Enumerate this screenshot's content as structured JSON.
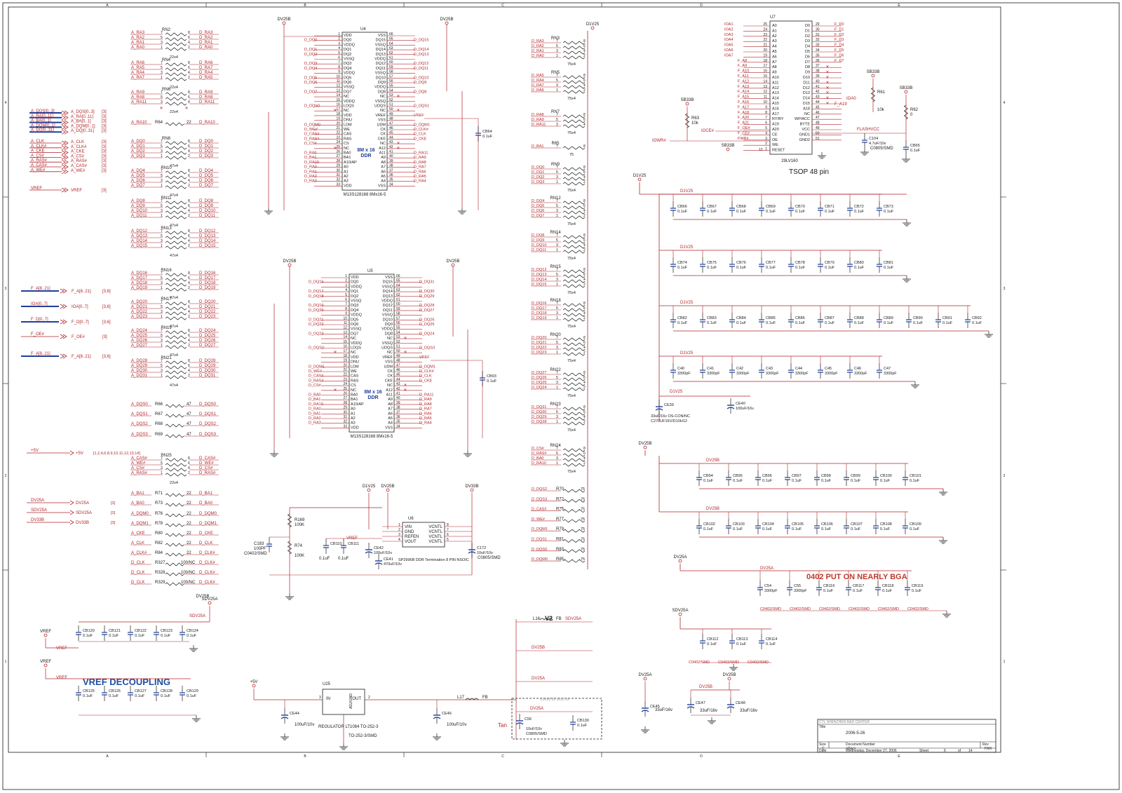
{
  "border": {
    "cols": [
      "A",
      "B",
      "C",
      "D",
      "E"
    ],
    "rows": [
      "4",
      "3",
      "2",
      "1"
    ]
  },
  "chips": {
    "u4": {
      "ref": "U4",
      "part": "M13S128168 8Mx16-5",
      "core": "8M x 16\nDDR",
      "rail_left": "DV25B",
      "rail_right": "DV25B",
      "pins_left": [
        "VDD",
        "DQ0",
        "VDDQ",
        "DQ1",
        "DQ2",
        "VSSQ",
        "DQ3",
        "DQ4",
        "VDDQ",
        "DQ5",
        "DQ6",
        "VSSQ",
        "DQ7",
        "NC",
        "VDDQ",
        "LDQS",
        "NC",
        "VDD",
        "DNU",
        "LDM",
        "WE",
        "CAS",
        "RAS",
        "CS",
        "NC",
        "BA0",
        "BA1",
        "A10/AP",
        "A0",
        "A1",
        "A2",
        "A3",
        "VDD"
      ],
      "pins_right": [
        "VSS",
        "DQ15",
        "VSSQ",
        "DQ14",
        "DQ13",
        "VDDQ",
        "DQ12",
        "DQ11",
        "VSSQ",
        "DQ10",
        "DQ9",
        "VDDQ",
        "DQ8",
        "NC",
        "VSSQ",
        "UDQS",
        "NC",
        "VREF",
        "VSS",
        "UDM",
        "CK",
        "CK",
        "CKE",
        "NC",
        "A12",
        "A11",
        "A9",
        "A8",
        "A7",
        "A6",
        "A5",
        "A4",
        "VSS"
      ]
    },
    "u5": {
      "ref": "U5",
      "part": "M13S128168 8Mx16-5",
      "core": "8M x 16\nDDR",
      "rail_left": "DV25B",
      "rail_right": "DV25B",
      "pins_left": [
        "VDD",
        "DQ0",
        "VDDQ",
        "DQ1",
        "DQ2",
        "VSSQ",
        "DQ3",
        "DQ4",
        "VDDQ",
        "DQ5",
        "DQ6",
        "VSSQ",
        "DQ7",
        "NC",
        "VDDQ",
        "LDQS",
        "NC",
        "VDD",
        "DNU",
        "LDM",
        "WE",
        "CAS",
        "RAS",
        "CS",
        "NC",
        "BA0",
        "BA1",
        "A10/AP",
        "A0",
        "A1",
        "A2",
        "A3",
        "VDD"
      ],
      "pins_right": [
        "VSS",
        "DQ15",
        "VSSQ",
        "DQ14",
        "DQ13",
        "VDDQ",
        "DQ12",
        "DQ11",
        "VSSQ",
        "DQ10",
        "DQ9",
        "VDDQ",
        "DQ8",
        "NC",
        "VSSQ",
        "UDQS",
        "NC",
        "VREF",
        "VSS",
        "UDM",
        "CK",
        "CK",
        "CKE",
        "NC",
        "A12",
        "A11",
        "A9",
        "A8",
        "A7",
        "A6",
        "A5",
        "A4",
        "VSS"
      ]
    },
    "u7": {
      "ref": "U7",
      "part": "29LV160",
      "package": "TSOP 48 pin",
      "pins_left": [
        "A0",
        "A1",
        "A2",
        "A3",
        "A4",
        "A5",
        "A6",
        "A7",
        "A8",
        "A9",
        "A10",
        "A11",
        "A12",
        "A13",
        "A14",
        "A15",
        "A16",
        "A17",
        "RY/BY",
        "A19",
        "A20",
        "CE",
        "OE",
        "WE",
        "RESET"
      ],
      "pins_right": [
        "D0",
        "D1",
        "D2",
        "D3",
        "D4",
        "D5",
        "D6",
        "D7",
        "D8",
        "D9",
        "D10",
        "D11",
        "D12",
        "D13",
        "D14",
        "D15",
        "A18",
        "NC",
        "WP/ACC",
        "BYTE",
        "VCC",
        "GND1",
        "GND2"
      ],
      "nets_left": [
        "IOA1",
        "IOA2",
        "IOA3",
        "IOA4",
        "IOA5",
        "IOA6",
        "IOA7",
        "F_A8",
        "F_A9",
        "F_A10",
        "F_A11",
        "F_A12",
        "F_A13",
        "F_A14",
        "F_A15",
        "F_A16",
        "F_A17",
        "F_A18",
        "F_A20",
        "F_A21",
        "F_OE#",
        "F_CE#",
        "FWR#"
      ],
      "nets_right": [
        "F_D0",
        "F_D1",
        "F_D2",
        "F_D3",
        "F_D4",
        "F_D5",
        "F_D6",
        "F_D7"
      ]
    },
    "u6": {
      "ref": "U6",
      "part": "SP2996B DDR Termination 8 PIN NSOIC",
      "pins_left": [
        "VIN",
        "GND",
        "REFEN",
        "VOUT"
      ],
      "pins_right": [
        "VCNTL",
        "VCNTL",
        "VCNTL",
        "VCNTL"
      ]
    },
    "u25": {
      "ref": "U25",
      "part": "REGULATOR LT1084 TO-252-3",
      "pkg": "TO-252-3/SMD",
      "in": "IN",
      "out": "OUT",
      "adj": "ADJ/GND"
    }
  },
  "left_netlabels": [
    {
      "a": "A_DQS[0..3]",
      "b": "A_DQS[0..3]",
      "c": "[3]"
    },
    {
      "a": "A_RA[0..11]",
      "b": "A_RA[0..11]",
      "c": "[3]"
    },
    {
      "a": "A_BA[0..1]",
      "b": "A_BA[0..1]",
      "c": "[3]"
    },
    {
      "a": "A_DQM[0..1]",
      "b": "A_DQM[0..1]",
      "c": "[3]"
    },
    {
      "a": "A_DQ[0..31]",
      "b": "A_DQ[0..31]",
      "c": "[3]"
    },
    {
      "a": "A_CLK",
      "b": "A_CLK",
      "c": "[3]"
    },
    {
      "a": "A_CLK#",
      "b": "A_CLK#",
      "c": "[3]"
    },
    {
      "a": "A_CKE",
      "b": "A_CKE",
      "c": "[3]"
    },
    {
      "a": "A_CS#",
      "b": "A_CS#",
      "c": "[3]"
    },
    {
      "a": "A_RAS#",
      "b": "A_RAS#",
      "c": "[3]"
    },
    {
      "a": "A_CAS#",
      "b": "A_CAS#",
      "c": "[3]"
    },
    {
      "a": "A_WE#",
      "b": "A_WE#",
      "c": "[3]"
    }
  ],
  "vref_label": {
    "a": "VREF",
    "b": "VREF",
    "c": "[3]"
  },
  "bus_labels": [
    {
      "a": "F_A[8..21]",
      "b": "F_A[8..21]",
      "c": "[3,6]"
    },
    {
      "a": "IOA[0..7]",
      "b": "IOA[0..7]",
      "c": "[3,6]"
    },
    {
      "a": "F_D[0..7]",
      "b": "F_D[0..7]",
      "c": "[3,6]"
    },
    {
      "a": "F_OE#",
      "b": "F_OE#",
      "c": "[3]"
    },
    {
      "a": "F_A[8..21]",
      "b": "F_A[8..21]",
      "c": "[3,6]"
    }
  ],
  "power_labels": [
    {
      "a": "+5V",
      "b": "+5V",
      "c": "[1,2,4,6,8,9,10,11,12,13,14]"
    },
    {
      "a": "DV25A",
      "b": "DV25A",
      "c": "[3]"
    },
    {
      "a": "SDV25A",
      "b": "SDV25A",
      "c": "[3]"
    },
    {
      "a": "DV33B",
      "b": "DV33B",
      "c": "[3]"
    }
  ],
  "rnet_left": [
    {
      "ref": "RN2",
      "val": "22x4",
      "a": [
        "A_RA3",
        "A_RA2",
        "A_RA1",
        "A_RA0"
      ],
      "b": [
        "D_RA3",
        "D_RA2",
        "D_RA1",
        "D_RA0"
      ]
    },
    {
      "ref": "RN4",
      "val": "22x4",
      "a": [
        "A_RA6",
        "A_RA5",
        "A_RA4",
        "A_RA7"
      ],
      "b": [
        "D_RA6",
        "D_RA7",
        "D_RA4",
        "D_RA5"
      ]
    },
    {
      "ref": "RN6",
      "val": "22x4",
      "a": [
        "A_RA9",
        "A_RA8",
        "A_RA11"
      ],
      "b": [
        "D_RA9",
        "D_RA8",
        "D_RA11"
      ]
    },
    {
      "ref": "RN8",
      "val": "47x4",
      "a": [
        "A_DQ0",
        "A_DQ1",
        "A_DQ2",
        "A_DQ3"
      ],
      "b": [
        "D_DQ0",
        "D_DQ1",
        "D_DQ2",
        "D_DQ3"
      ]
    },
    {
      "ref": "RN10",
      "val": "47x4",
      "a": [
        "A_DQ4",
        "A_DQ5",
        "A_DQ6",
        "A_DQ7"
      ],
      "b": [
        "D_DQ4",
        "D_DQ5",
        "D_DQ6",
        "D_DQ7"
      ]
    },
    {
      "ref": "RN11",
      "val": "47x4",
      "a": [
        "A_DQ8",
        "A_DQ9",
        "A_DQ10",
        "A_DQ11"
      ],
      "b": [
        "D_DQ8",
        "D_DQ9",
        "D_DQ10",
        "D_DQ11"
      ]
    },
    {
      "ref": "RN13",
      "val": "47x4",
      "a": [
        "A_DQ12",
        "A_DQ13",
        "A_DQ14",
        "A_DQ15"
      ],
      "b": [
        "D_DQ12",
        "D_DQ13",
        "D_DQ14",
        "D_DQ15"
      ]
    },
    {
      "ref": "RN16",
      "val": "47x4",
      "a": [
        "A_DQ16",
        "A_DQ17",
        "A_DQ18",
        "A_DQ19"
      ],
      "b": [
        "D_DQ16",
        "D_DQ17",
        "D_DQ18",
        "D_DQ19"
      ]
    },
    {
      "ref": "RN17",
      "val": "47x4",
      "a": [
        "A_DQ20",
        "A_DQ21",
        "A_DQ22",
        "A_DQ23"
      ],
      "b": [
        "D_DQ20",
        "D_DQ21",
        "D_DQ22",
        "D_DQ23"
      ]
    },
    {
      "ref": "RN19",
      "val": "47x4",
      "a": [
        "A_DQ24",
        "A_DQ25",
        "A_DQ26",
        "A_DQ27"
      ],
      "b": [
        "D_DQ24",
        "D_DQ25",
        "D_DQ26",
        "D_DQ27"
      ]
    },
    {
      "ref": "RN21",
      "val": "47x4",
      "a": [
        "A_DQ28",
        "A_DQ29",
        "A_DQ30",
        "A_DQ31"
      ],
      "b": [
        "D_DQ28",
        "D_DQ29",
        "D_DQ30",
        "D_DQ31"
      ]
    },
    {
      "ref": "RN25",
      "val": "22x4",
      "a": [
        "A_CAS#",
        "A_WE#",
        "A_CS#",
        "A_RAS#"
      ],
      "b": [
        "D_CAS#",
        "D_WE#",
        "D_CS#",
        "D_RAS#"
      ]
    }
  ],
  "rsingle_left": [
    {
      "ref": "R66",
      "val": "47",
      "a": "A_DQS0",
      "b": "D_DQS0"
    },
    {
      "ref": "R67",
      "val": "47",
      "a": "A_DQS1",
      "b": "D_DQS1"
    },
    {
      "ref": "R68",
      "val": "47",
      "a": "A_DQS2",
      "b": "D_DQS2"
    },
    {
      "ref": "R69",
      "val": "47",
      "a": "A_DQS3",
      "b": "D_DQS3"
    },
    {
      "ref": "R64",
      "val": "22",
      "a": "A_RA10",
      "b": "D_RA10"
    },
    {
      "ref": "R71",
      "val": "22",
      "a": "A_BA1",
      "b": "D_BA1"
    },
    {
      "ref": "R73",
      "val": "22",
      "a": "A_BA0",
      "b": "D_BA0"
    },
    {
      "ref": "R76",
      "val": "22",
      "a": "A_DQM0",
      "b": "D_DQM0"
    },
    {
      "ref": "R78",
      "val": "22",
      "a": "A_DQM1",
      "b": "D_DQM1"
    },
    {
      "ref": "R80",
      "val": "22",
      "a": "A_CKE",
      "b": "D_CKE"
    },
    {
      "ref": "R82",
      "val": "22",
      "a": "A_CLK",
      "b": "D_CLK"
    },
    {
      "ref": "R84",
      "val": "22",
      "a": "A_CLK#",
      "b": "D_CLK#"
    },
    {
      "ref": "R327",
      "val": "100/NC",
      "a": "D_CLK",
      "b": "D_CLK#"
    },
    {
      "ref": "R328",
      "val": "100/NC",
      "a": "D_CLK",
      "b": "D_CLK#"
    },
    {
      "ref": "R329",
      "val": "100/NC",
      "a": "D_CLK",
      "b": "D_CLK#"
    }
  ],
  "rnet_mid": [
    {
      "ref": "RN3",
      "val": "75x4",
      "nets": [
        "D_RA3",
        "D_RA2",
        "D_RA1",
        "D_RA0"
      ]
    },
    {
      "ref": "RN5",
      "val": "75x4",
      "nets": [
        "D_RA5",
        "D_RA4",
        "D_RA7",
        "D_RA6"
      ]
    },
    {
      "ref": "RN7",
      "val": "75x4",
      "nets": [
        "D_RA8",
        "D_RA9",
        "D_RA11"
      ]
    },
    {
      "ref": "R65",
      "val": "75",
      "nets": [
        "D_BA1"
      ]
    },
    {
      "ref": "RN9",
      "val": "75x4",
      "nets": [
        "D_DQ0",
        "D_DQ1",
        "D_DQ2",
        "D_DQ3"
      ]
    },
    {
      "ref": "RN12",
      "val": "75x4",
      "nets": [
        "D_DQ4",
        "D_DQ5",
        "D_DQ6",
        "D_DQ7"
      ]
    },
    {
      "ref": "RN14",
      "val": "75x4",
      "nets": [
        "D_DQ8",
        "D_DQ9",
        "D_DQ10",
        "D_DQ11"
      ]
    },
    {
      "ref": "RN15",
      "val": "75x4",
      "nets": [
        "D_DQ12",
        "D_DQ13",
        "D_DQ14",
        "D_DQ15"
      ]
    },
    {
      "ref": "RN18",
      "val": "75x4",
      "nets": [
        "D_DQ16",
        "D_DQ17",
        "D_DQ18",
        "D_DQ19"
      ]
    },
    {
      "ref": "RN20",
      "val": "75x4",
      "nets": [
        "D_DQ20",
        "D_DQ21",
        "D_DQ22",
        "D_DQ23"
      ]
    },
    {
      "ref": "RN22",
      "val": "75x4",
      "nets": [
        "D_DQ27",
        "D_DQ26",
        "D_DQ25",
        "D_DQ24"
      ]
    },
    {
      "ref": "RN23",
      "val": "75x4",
      "nets": [
        "D_DQ31",
        "D_DQ30",
        "D_DQ29",
        "D_DQ28"
      ]
    },
    {
      "ref": "RN24",
      "val": "75x4",
      "nets": [
        "D_CS#",
        "D_RAS#",
        "D_BA0",
        "D_RA10"
      ]
    }
  ],
  "rsingle_mid": [
    {
      "ref": "R70",
      "val": "75",
      "net": "D_DQS2"
    },
    {
      "ref": "R72",
      "val": "75",
      "net": "D_DQS3"
    },
    {
      "ref": "R75",
      "val": "75",
      "net": "D_CAS#"
    },
    {
      "ref": "R77",
      "val": "75",
      "net": "D_WE#"
    },
    {
      "ref": "R79",
      "val": "75",
      "net": "D_DQM1"
    },
    {
      "ref": "R81",
      "val": "75",
      "net": "D_DQS1"
    },
    {
      "ref": "R83",
      "val": "75",
      "net": "D_DQS0"
    },
    {
      "ref": "R85",
      "val": "75",
      "net": "D_DQM0"
    }
  ],
  "rail_d1v25": "D1V25",
  "rail_dv25b": "DV25B",
  "rail_dv25a": "DV25A",
  "rail_sdv25a": "SDV25A",
  "rail_dv33b": "DV33B",
  "rail_sb33b": "SB33B",
  "rail_5v": "+5V",
  "cap_rows": [
    {
      "rail": "D1V25",
      "caps": [
        "CB66",
        "CB67",
        "CB68",
        "CB69",
        "CB70",
        "CB71",
        "CB72",
        "CB73"
      ],
      "val": "0.1uF"
    },
    {
      "rail": "D1V25",
      "caps": [
        "CB74",
        "CB75",
        "CB76",
        "CB77",
        "CB78",
        "CB79",
        "CB80",
        "CB81"
      ],
      "val": "0.1uF"
    },
    {
      "rail": "D1V25",
      "caps": [
        "CB82",
        "CB83",
        "CB84",
        "CB85",
        "CB86",
        "CB87",
        "CB88",
        "CB89",
        "CB90",
        "CB91",
        "CB92"
      ],
      "val": "0.1uF"
    },
    {
      "rail": "D1V25",
      "caps": [
        "C40",
        "C41",
        "C42",
        "C43",
        "C44",
        "C45",
        "C46",
        "C47"
      ],
      "val": "3300pF"
    },
    {
      "rail": "DV25B",
      "caps": [
        "CB94",
        "CB95",
        "CB96",
        "CB97",
        "CB98",
        "CB99",
        "CB100",
        "CB101"
      ],
      "val": "0.1uF"
    },
    {
      "rail": "DV25B",
      "caps": [
        "CB102",
        "CB103",
        "CB104",
        "CB105",
        "CB106",
        "CB107",
        "CB108",
        "CB109"
      ],
      "val": "0.1uF"
    }
  ],
  "ce39": {
    "ref": "CE39",
    "val": "33uF/16v OS-CON/NC",
    "alt": "C270UF16V/D10H12"
  },
  "ce40": {
    "ref": "CE40",
    "val": "100uF/16v"
  },
  "dv25a_caps": {
    "refs": [
      "C54",
      "C55",
      "CB116",
      "CB117",
      "CB118",
      "CB119"
    ],
    "vals": [
      "3300pF",
      "3300pF",
      "0.1uF",
      "0.1uF",
      "0.1uF",
      "0.1uF"
    ],
    "pkg": "C0402/SMD"
  },
  "note_0402": "0402 PUT ON NEARLY BGA",
  "sdv25a_caps": {
    "refs": [
      "CB112",
      "CB113",
      "CB114"
    ],
    "val": "0.1uF",
    "pkg": "C0402/SMD"
  },
  "vref_caps_1": {
    "refs": [
      "CB120",
      "CB121",
      "CB122",
      "CB123",
      "CB124"
    ],
    "val": "0.1uF"
  },
  "vref_caps_2": {
    "refs": [
      "CB125",
      "CB126",
      "CB127",
      "CB128",
      "CB129"
    ],
    "val": "0.1uF"
  },
  "vref_title": "VREF DECOUPLING",
  "vref": "VREF",
  "cb64": {
    "ref": "CB64",
    "val": "0.1uF"
  },
  "cb93": {
    "ref": "CB93",
    "val": "0.1uF"
  },
  "u6_area": {
    "r169": "R169",
    "r169v": "100K",
    "r74": "R74",
    "r74v": "100K",
    "c183": "C183",
    "c183v": "100PF",
    "c183p": "C0402/SMD",
    "cb110": "CB110",
    "cb111": "CB111",
    "v01": "0.1uF",
    "ce42": "CE42",
    "ce42v": "100uF/10v",
    "ce41": "CE41",
    "ce41v": "470uF/10v",
    "c172": "C172",
    "c172v": "10uF/10v",
    "c172p": "C0805/SMD"
  },
  "flash_area": {
    "r63": "R63",
    "r63v": "10k",
    "r61": "R61",
    "r61v": "10k",
    "r62": "R62",
    "r62v": "0",
    "ioce": "IOCE#",
    "iowr": "IOWR#",
    "ioa0": "IOA0",
    "fa19": "F_A19",
    "flashvcc": "FLASHVCC",
    "c104": "C104",
    "c104v": "4.7uF/10v",
    "c104p": "C0805/SMD",
    "cb65": "CB65",
    "cb65v": "0.1uF"
  },
  "v2": {
    "title": "V2",
    "l16": "L16",
    "fb": "FB",
    "rails": [
      "SDV25A",
      "DV25B",
      "DV25A",
      "DV25A"
    ],
    "c56": "C56",
    "c56v": "10uF/10v",
    "c56p": "C0805/SMD",
    "cb130": "CB130",
    "cb130v": "0.1uF",
    "tan": "Tan",
    "note": "C1K25 20 1012 10"
  },
  "reg": {
    "ce44": "CE44",
    "ce44v": "100uF/10v",
    "ce46": "CE46",
    "ce46v": "100uF/10v",
    "l17": "L17",
    "fb": "FB"
  },
  "bottom_caps": {
    "ce45": "CE45",
    "ce45v": "33uF/16v",
    "ce47": "CE47",
    "ce47v": "33uF/16v",
    "ce48": "CE48",
    "ce48v": "33uF/16v"
  },
  "title_block": {
    "company": "CTL SHENZHEN R&D CENTER",
    "title_label": "Title",
    "title": "2006-5-26",
    "size_label": "Size",
    "size": "C",
    "docnum_label": "Document Number",
    "docnum": "<Doc>",
    "rev_label": "Rev",
    "rev": "YWX",
    "date_label": "Date",
    "date": "Wednesday, December 27, 2006",
    "sheet_label": "Sheet",
    "sheet": "6",
    "of_label": "of",
    "of": "14"
  }
}
